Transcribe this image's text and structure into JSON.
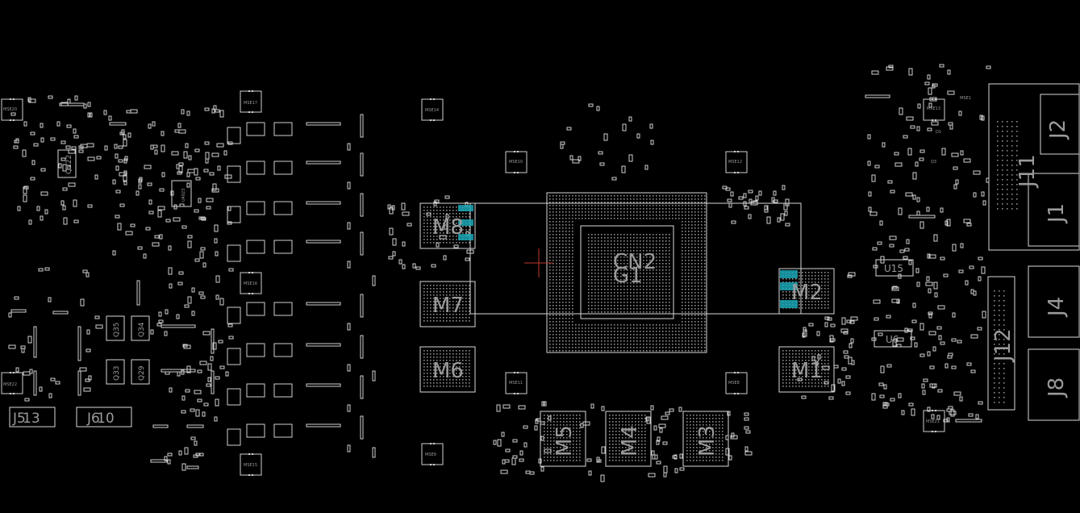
{
  "background_color": "#000000",
  "outline_color": "#d8d8d8",
  "label_color": "#9a9a9a",
  "highlight_color": "#1aa6b7",
  "cursor_color": "#c0392b",
  "components": {
    "cn2": "CN2",
    "g1": "G1",
    "m1": "M1",
    "m2": "M2",
    "m3": "M3",
    "m4": "M4",
    "m5": "M5",
    "m6": "M6",
    "m7": "M7",
    "m8": "M8",
    "j1": "J1",
    "j2": "J2",
    "j4": "J4",
    "j8": "J8",
    "j11": "J11",
    "j12": "J12",
    "u6": "U6",
    "u15": "U15",
    "j5": "J5",
    "j13": "13",
    "j6": "J6",
    "j10": "10",
    "q222": "Q222",
    "q35": "Q35",
    "q34": "Q34",
    "q33": "Q33",
    "q29": "Q29"
  },
  "tiny_labels": {
    "mse17": "MSE17",
    "mse16": "MSE16",
    "mse15": "MSE15",
    "mse14": "MSE14",
    "mse10": "MSE10",
    "mse9": "MSE9",
    "mse12": "MSE12",
    "mse11": "MSE11",
    "mse8": "MSE8",
    "mse13": "MSE13",
    "mse20": "MSE20",
    "mse21": "MSE21",
    "mse_left": "MSE22",
    "mse_left2": "MSE1",
    "u4": "U4023",
    "q3": "Q3",
    "d1": "D1"
  }
}
